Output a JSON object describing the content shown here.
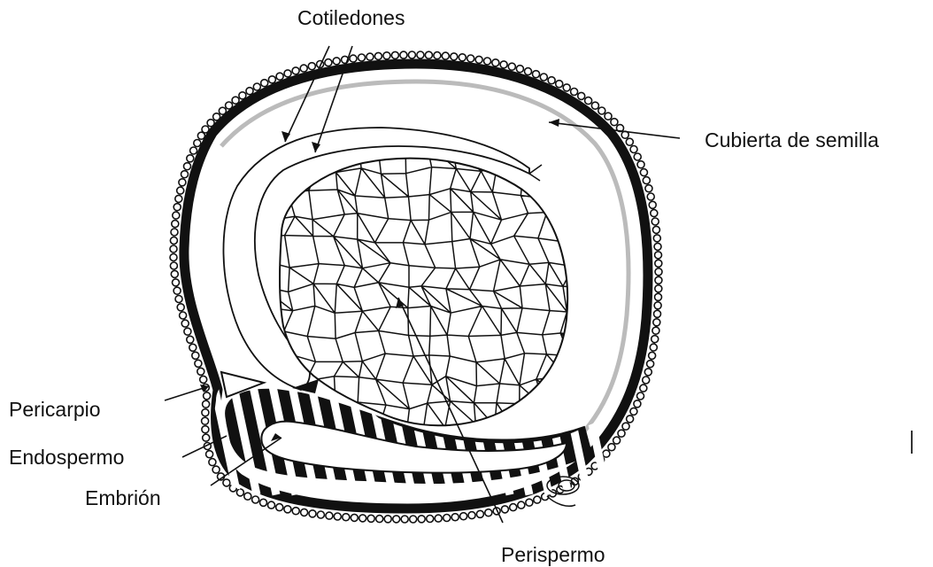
{
  "labels": {
    "cotiledones": "Cotiledones",
    "cubierta": "Cubierta de semilla",
    "pericarpio": "Pericarpio",
    "endospermo": "Endospermo",
    "embrion": "Embrión",
    "perispermo": "Perispermo"
  },
  "colors": {
    "ink": "#111111",
    "background": "#ffffff"
  }
}
